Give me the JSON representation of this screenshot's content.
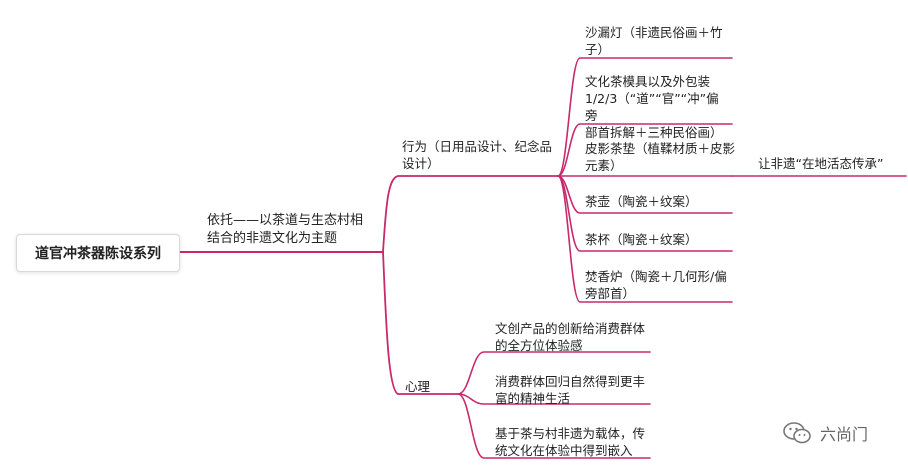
{
  "root": {
    "label": "道官冲茶器陈设系列"
  },
  "main_branch": {
    "label": "依托——以茶道与生态村相\n结合的非遗文化为主题"
  },
  "behavior": {
    "label": "行为（日用品设计、纪念品\n设计）",
    "items": [
      "沙漏灯（非遗民俗画＋竹\n子）",
      "文化茶模具以及外包装\n1/2/3（“道”“官”“冲”偏旁\n部首拆解＋三种民俗画）",
      "皮影茶垫（植鞣材质＋皮影\n元素）",
      "茶壶（陶瓷＋纹案）",
      "茶杯（陶瓷＋纹案）",
      "焚香炉（陶瓷＋几何形/偏\n旁部首）"
    ],
    "summary": "让非遗“在地活态传承”"
  },
  "psychology": {
    "label": "心理",
    "items": [
      "文创产品的创新给消费群体\n的全方位体验感",
      "消费群体回归自然得到更丰\n富的精神生活",
      "基于茶与村非遗为载体，传\n统文化在体验中得到嵌入"
    ]
  },
  "watermark": {
    "label": "六尚门",
    "icon": "wechat-icon"
  },
  "colors": {
    "branch": "#c8296b"
  }
}
